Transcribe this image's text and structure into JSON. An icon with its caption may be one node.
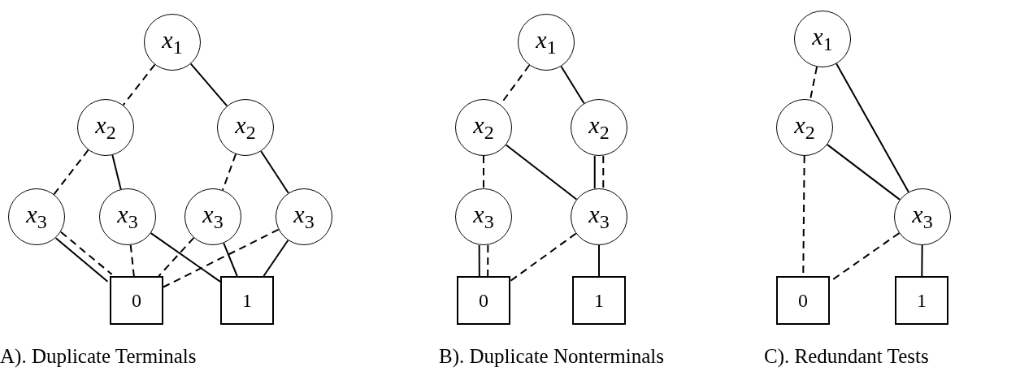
{
  "diagram": {
    "nodes": [
      {
        "text": [
          "*x*$_{1}$"
        ]
      },
      {
        "text": [
          "*x*$_{2}$"
        ]
      },
      {
        "text": [
          "*x*$_{2}$"
        ]
      },
      {
        "text": [
          "*x*$_{3}$"
        ]
      },
      {
        "text": [
          "*x*$_{3}$"
        ]
      },
      {
        "text": [
          "*x*$_{3}$"
        ]
      },
      {
        "text": [
          "*x*$_{3}$"
        ]
      },
      {
        "text": [
          "0"
        ]
      },
      {
        "text": [
          "1"
        ]
      },
      {
        "text": [
          "*x*$_{1}$"
        ]
      },
      {
        "text": [
          "*x*$_{2}$"
        ]
      },
      {
        "text": [
          "*x*$_{2}$"
        ]
      },
      {
        "text": [
          "*x*$_{3}$"
        ]
      },
      {
        "text": [
          "*x*$_{3}$"
        ]
      },
      {
        "text": [
          "0"
        ]
      },
      {
        "text": [
          "1"
        ]
      },
      {
        "text": [
          "*x*$_{1}$"
        ]
      },
      {
        "text": [
          "*x*$_{2}$"
        ]
      },
      {
        "text": [
          "*x*$_{3}$"
        ]
      },
      {
        "text": [
          "0"
        ]
      },
      {
        "text": [
          "1"
        ]
      }
    ],
    "edges": [
      {
        "from": 0,
        "to": 1,
        "arrow": "none",
        "style": "dashed"
      },
      {
        "from": 0,
        "to": 2,
        "arrow": "none"
      },
      {
        "from": 1,
        "to": 3,
        "arrow": "none",
        "style": "dashed"
      },
      {
        "from": 1,
        "to": 4,
        "arrow": "none"
      },
      {
        "from": 2,
        "to": 5,
        "arrow": "none",
        "style": "dashed"
      },
      {
        "from": 2,
        "to": 6,
        "arrow": "none"
      },
      {
        "from": 3,
        "to": 7,
        "arrow": "none",
        "style": "dashed"
      },
      {
        "from": 3,
        "to": 7,
        "arrow": "none"
      },
      {
        "from": 4,
        "to": 7,
        "arrow": "none",
        "style": "dashed"
      },
      {
        "from": 4,
        "to": 8,
        "arrow": "none"
      },
      {
        "from": 5,
        "to": 7,
        "arrow": "none",
        "style": "dashed"
      },
      {
        "from": 5,
        "to": 8,
        "arrow": "none"
      },
      {
        "from": 6,
        "to": 7,
        "arrow": "none",
        "style": "dashed"
      },
      {
        "from": 6,
        "to": 8,
        "arrow": "none"
      },
      {
        "from": 9,
        "to": 10,
        "arrow": "none",
        "style": "dashed"
      },
      {
        "from": 9,
        "to": 11,
        "arrow": "none"
      },
      {
        "from": 10,
        "to": 12,
        "arrow": "none",
        "style": "dashed"
      },
      {
        "from": 10,
        "to": 13,
        "arrow": "none"
      },
      {
        "from": 11,
        "to": 13,
        "arrow": "none",
        "style": "dashed"
      },
      {
        "from": 11,
        "to": 13,
        "arrow": "none"
      },
      {
        "from": 12,
        "to": 14,
        "arrow": "none",
        "style": "dashed"
      },
      {
        "from": 12,
        "to": 14,
        "arrow": "none"
      },
      {
        "from": 13,
        "to": 14,
        "arrow": "none",
        "style": "dashed"
      },
      {
        "from": 13,
        "to": 15,
        "arrow": "none"
      },
      {
        "from": 16,
        "to": 17,
        "arrow": "none",
        "style": "dashed"
      },
      {
        "from": 16,
        "to": 18,
        "arrow": "none"
      },
      {
        "from": 17,
        "to": 19,
        "arrow": "none",
        "style": "dashed"
      },
      {
        "from": 17,
        "to": 18,
        "arrow": "none"
      },
      {
        "from": 18,
        "to": 19,
        "arrow": "none",
        "style": "dashed"
      },
      {
        "from": 18,
        "to": 20,
        "arrow": "none"
      }
    ],
    "labels": [
      "A). Duplicate Terminals",
      "B). Duplicate Nonterminals",
      "C). Redundant Tests"
    ]
  }
}
